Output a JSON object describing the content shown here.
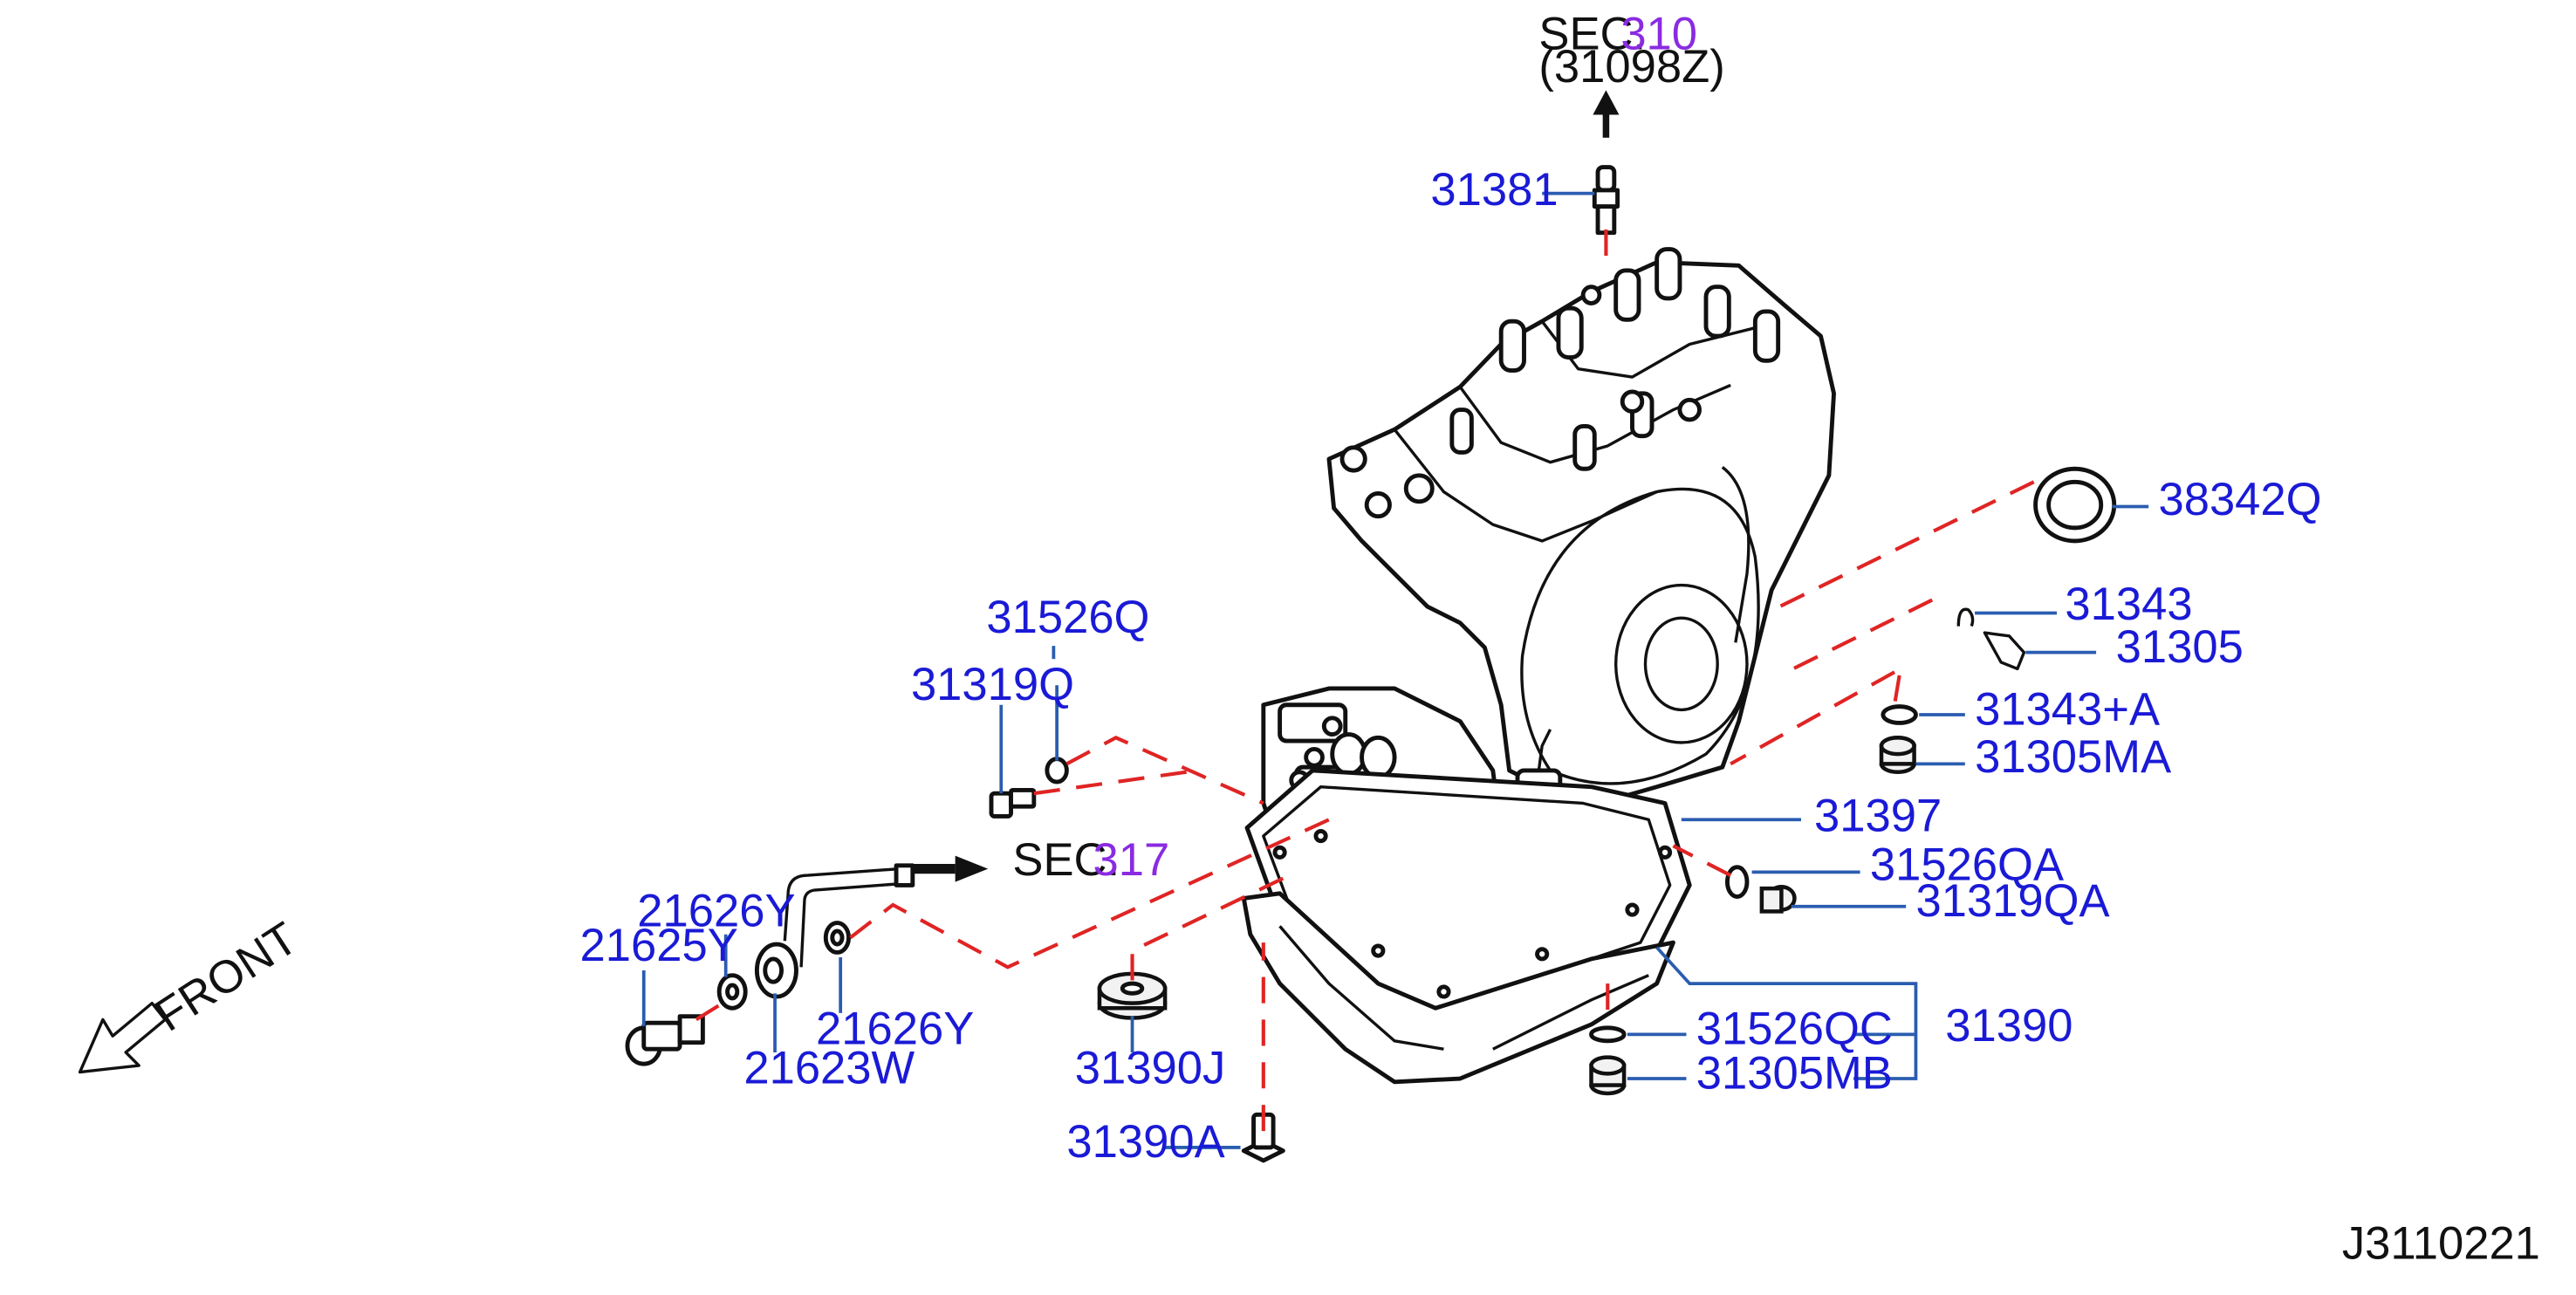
{
  "sections": {
    "top": {
      "sec_label": "SEC.",
      "sec_number": "310",
      "sub": "(31098Z)"
    },
    "left": {
      "sec_label": "SEC.",
      "sec_number": "317"
    }
  },
  "front_label": "FRONT",
  "diagram_code": "J3110221",
  "parts": {
    "p31381": "31381",
    "p38342Q": "38342Q",
    "p31343": "31343",
    "p31305": "31305",
    "p31343A": "31343+A",
    "p31305MA": "31305MA",
    "p31526Q": "31526Q",
    "p31319Q": "31319Q",
    "p31397": "31397",
    "p31526QA": "31526QA",
    "p31319QA": "31319QA",
    "p21626Y_top": "21626Y",
    "p21625Y": "21625Y",
    "p21626Y_bottom": "21626Y",
    "p21623W": "21623W",
    "p31390J": "31390J",
    "p31526QC": "31526QC",
    "p31390": "31390",
    "p31305MB": "31305MB",
    "p31390A": "31390A"
  },
  "colors": {
    "part_number": "#1a1ad6",
    "section_number": "#8a2be2",
    "leader": "#2a5db0",
    "dashed_guide": "#e02424",
    "outline": "#111111"
  }
}
